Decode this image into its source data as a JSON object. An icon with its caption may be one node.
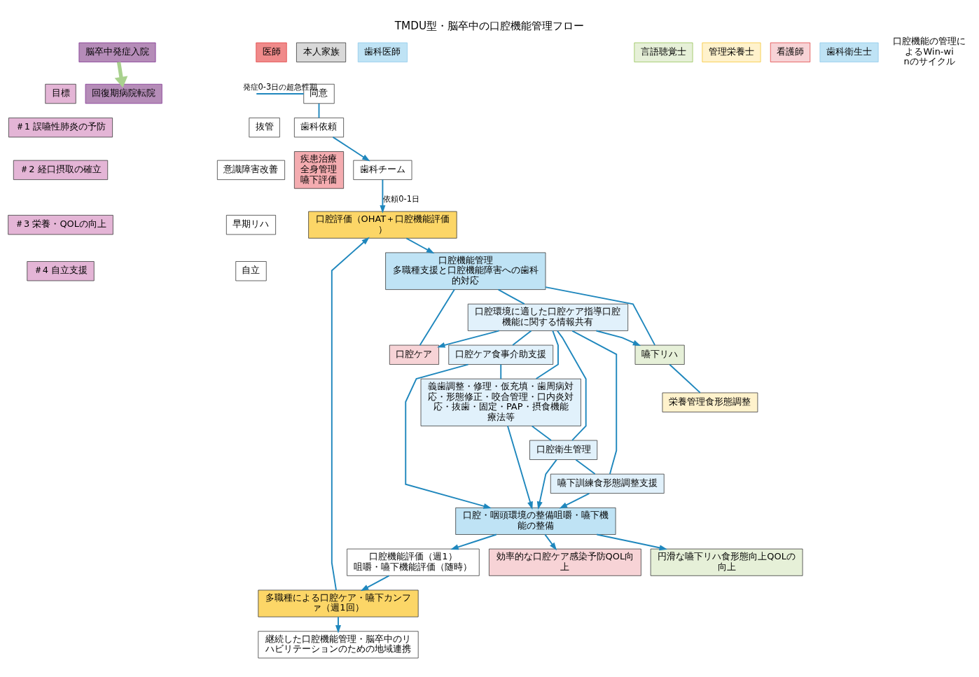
{
  "diagram": {
    "title": "TMDU型・脳卒中の口腔機能管理フロー",
    "nodes": [
      {
        "text": [
          "脳卒中発症入院"
        ]
      },
      {
        "text": [
          "本人家族"
        ]
      },
      {
        "text": [
          "医師"
        ]
      },
      {
        "text": [
          "看護師"
        ]
      },
      {
        "text": [
          "歯科医師"
        ]
      },
      {
        "text": [
          "歯科衛生士"
        ]
      },
      {
        "text": [
          "言語聴覚士"
        ]
      },
      {
        "text": [
          "管理栄養士"
        ]
      },
      {
        "text": [
          "同意"
        ]
      },
      {
        "text": [
          "歯科依頼"
        ]
      },
      {
        "text": [
          "歯科チーム"
        ]
      },
      {
        "text": [
          "目標"
        ]
      },
      {
        "text": [
          "＃1 誤嚥性肺炎の予防"
        ]
      },
      {
        "text": [
          "＃2 経口摂取の確立"
        ]
      },
      {
        "text": [
          "＃3 栄養・QOLの向上"
        ]
      },
      {
        "text": [
          "＃4 自立支援"
        ]
      },
      {
        "text": [
          "疾患治療",
          "全身管理",
          "嚥下評価"
        ]
      },
      {
        "text": [
          "抜管"
        ]
      },
      {
        "text": [
          "意識障害改善"
        ]
      },
      {
        "text": [
          "早期リハ"
        ]
      },
      {
        "text": [
          "自立"
        ]
      },
      {
        "text": [
          "回復期病院転院"
        ]
      },
      {
        "text": [
          "口腔評価（OHAT＋口腔機能評価）"
        ]
      },
      {
        "text": [
          "口腔ケア"
        ]
      },
      {
        "text": [
          "口腔機能管理",
          "多職種支援と口腔機能障害への歯科的対応"
        ]
      },
      {
        "text": [
          "口腔環境に適した口腔ケア指導口腔機能に関する情報共有"
        ]
      },
      {
        "text": [
          "嚥下リハ"
        ]
      },
      {
        "text": [
          "栄養管理食形態調整"
        ]
      },
      {
        "text": [
          "口腔ケア食事介助支援"
        ]
      },
      {
        "text": [
          "義歯調整・修理・仮充填・歯周病対応・形態修正・咬合管理・口内炎対応・抜歯・固定・PAP・摂食機能療法等"
        ]
      },
      {
        "text": [
          "口腔衛生管理"
        ]
      },
      {
        "text": [
          "嚥下訓練食形態調整支援"
        ]
      },
      {
        "text": [
          "効率的な口腔ケア感染予防QOL向上"
        ]
      },
      {
        "text": [
          "口腔・咽頭環境の整備咀嚼・嚥下機能の整備"
        ]
      },
      {
        "text": [
          "円滑な嚥下リハ食形態向上QOLの向上"
        ]
      },
      {
        "text": [
          "口腔機能評価（週1）",
          "咀嚼・嚥下機能評価（随時）"
        ]
      },
      {
        "text": [
          "多職種による口腔ケア・嚥下カンファ（週1回）"
        ]
      },
      {
        "text": [
          "継続した口腔機能管理・脳卒中のリハビリテーションのための地域連携"
        ]
      }
    ],
    "edges": [
      {
        "from": 0,
        "to": 21,
        "arrow": "to",
        "style": "thick",
        "color": "#a9d18e"
      },
      {
        "from": null,
        "to": 8,
        "arrow": "none",
        "label": "発症0-3日の超急性期"
      },
      {
        "from": 8,
        "to": 9,
        "arrow": "none"
      },
      {
        "from": 9,
        "to": 10,
        "arrow": "to"
      },
      {
        "from": 10,
        "to": 22,
        "arrow": "to",
        "label": "依頼0-1日"
      },
      {
        "from": 22,
        "to": 24,
        "arrow": "to"
      },
      {
        "from": 24,
        "to": 23,
        "arrow": "none"
      },
      {
        "from": 24,
        "to": 26,
        "arrow": "none"
      },
      {
        "from": 24,
        "to": 25,
        "arrow": "none"
      },
      {
        "from": 25,
        "to": 23,
        "arrow": "to"
      },
      {
        "from": 25,
        "to": 26,
        "arrow": "to"
      },
      {
        "from": 26,
        "to": 27,
        "arrow": "none"
      },
      {
        "from": 25,
        "to": 28,
        "arrow": "none"
      },
      {
        "from": 25,
        "to": 29,
        "arrow": "none"
      },
      {
        "from": 25,
        "to": 30,
        "arrow": "none"
      },
      {
        "from": 25,
        "to": 31,
        "arrow": "none"
      },
      {
        "from": 28,
        "to": 29,
        "arrow": "none"
      },
      {
        "from": 29,
        "to": 30,
        "arrow": "none"
      },
      {
        "from": 30,
        "to": 31,
        "arrow": "none"
      },
      {
        "from": 28,
        "to": 33,
        "arrow": "to"
      },
      {
        "from": 29,
        "to": 33,
        "arrow": "to"
      },
      {
        "from": 30,
        "to": 33,
        "arrow": "to"
      },
      {
        "from": 31,
        "to": 33,
        "arrow": "to"
      },
      {
        "from": 33,
        "to": 32,
        "arrow": "to"
      },
      {
        "from": 33,
        "to": 34,
        "arrow": "to"
      },
      {
        "from": 33,
        "to": 35,
        "arrow": "to"
      },
      {
        "from": 35,
        "to": 36,
        "arrow": "to"
      },
      {
        "from": 36,
        "to": 37,
        "arrow": "to"
      },
      {
        "from": 36,
        "to": 22,
        "arrow": "to"
      }
    ],
    "labels": [
      "口腔機能の管理によるWin-winのサイクル"
    ]
  }
}
